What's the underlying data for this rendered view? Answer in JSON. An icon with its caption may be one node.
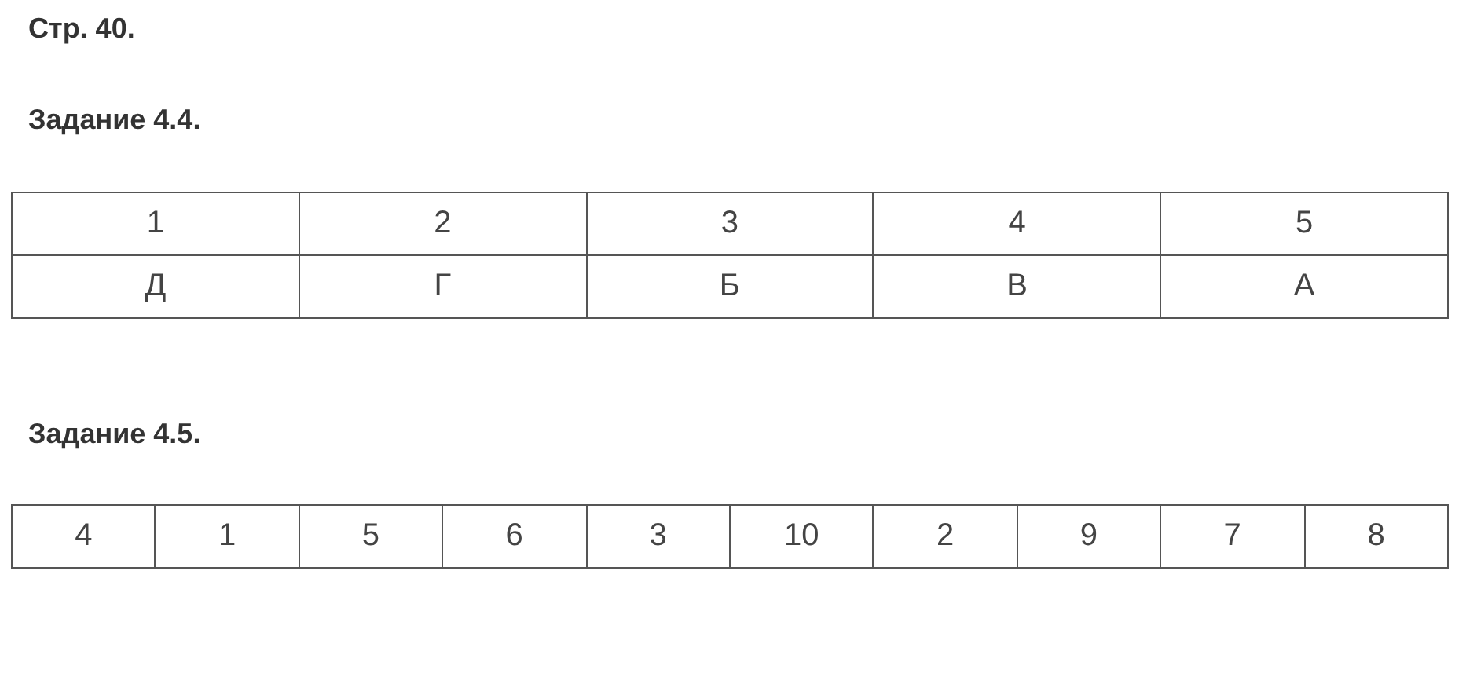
{
  "diagram": {
    "labels": [
      "Стр. 40.",
      "Задание 4.4.",
      "1",
      "2",
      "3",
      "4",
      "5",
      "Д",
      "Г",
      "Б",
      "В",
      "А",
      "Задание 4.5.",
      "4",
      "1",
      "5",
      "6",
      "3",
      "10",
      "2",
      "9",
      "7",
      "8"
    ]
  }
}
